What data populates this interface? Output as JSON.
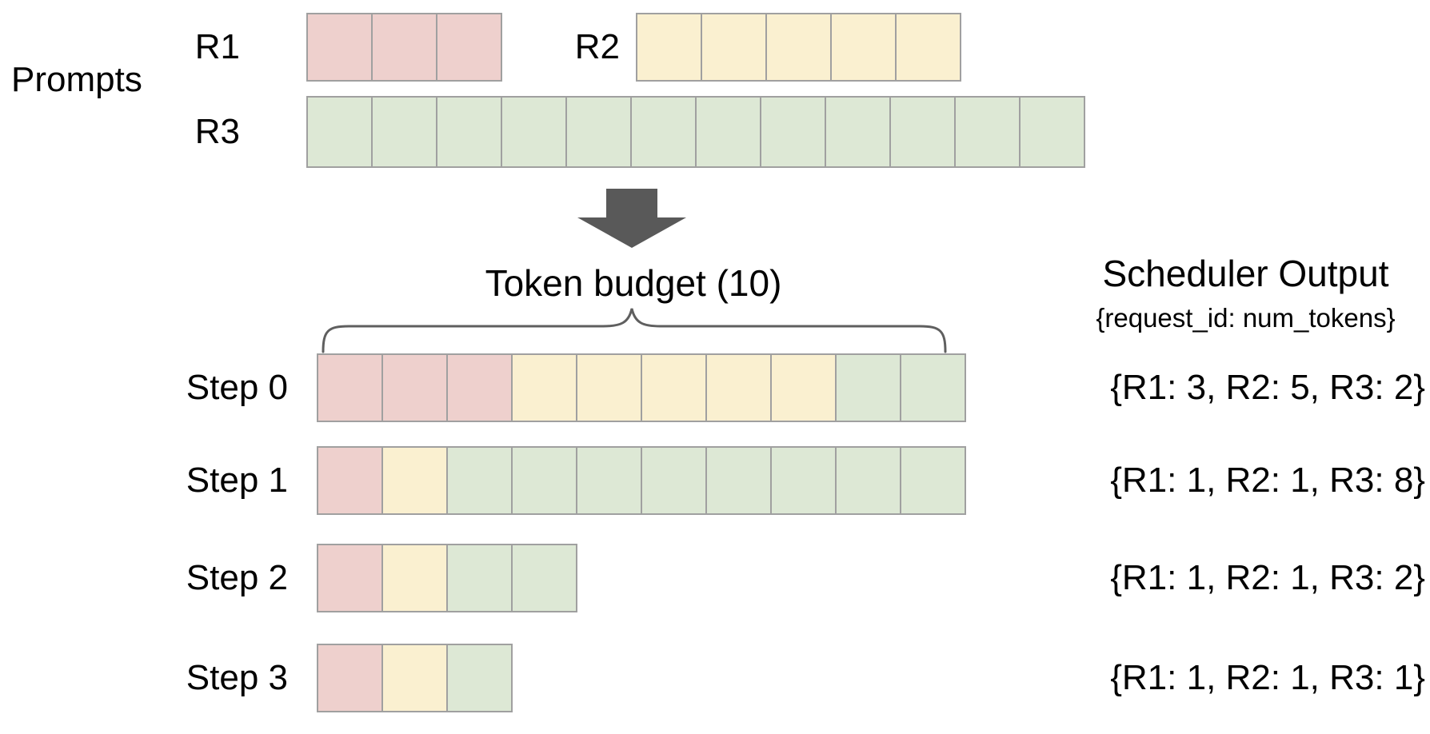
{
  "colors": {
    "r1": "#eed0cd",
    "r2": "#faf0d0",
    "r3": "#dde8d5",
    "cell_border": "#a0a0a0",
    "arrow": "#595959",
    "brace": "#5f5f5f",
    "text": "#000000"
  },
  "prompts_section": {
    "label": "Prompts",
    "rows": [
      {
        "label": "R1",
        "num_tokens": 3,
        "segments": [
          {
            "color_key": "r1",
            "count": 3
          }
        ]
      },
      {
        "label": "R2",
        "num_tokens": 5,
        "segments": [
          {
            "color_key": "r2",
            "count": 5
          }
        ]
      },
      {
        "label": "R3",
        "num_tokens": 12,
        "segments": [
          {
            "color_key": "r3",
            "count": 12
          }
        ]
      }
    ]
  },
  "token_budget": {
    "label": "Token budget (10)",
    "value": 10
  },
  "scheduler_output": {
    "title": "Scheduler Output",
    "subtitle": "{request_id: num_tokens}"
  },
  "steps": [
    {
      "label": "Step 0",
      "output": "{R1: 3, R2: 5, R3: 2}",
      "allocation": {
        "R1": 3,
        "R2": 5,
        "R3": 2
      },
      "segments": [
        {
          "color_key": "r1",
          "count": 3
        },
        {
          "color_key": "r2",
          "count": 5
        },
        {
          "color_key": "r3",
          "count": 2
        }
      ]
    },
    {
      "label": "Step 1",
      "output": "{R1: 1, R2: 1, R3: 8}",
      "allocation": {
        "R1": 1,
        "R2": 1,
        "R3": 8
      },
      "segments": [
        {
          "color_key": "r1",
          "count": 1
        },
        {
          "color_key": "r2",
          "count": 1
        },
        {
          "color_key": "r3",
          "count": 8
        }
      ]
    },
    {
      "label": "Step 2",
      "output": "{R1: 1, R2: 1, R3: 2}",
      "allocation": {
        "R1": 1,
        "R2": 1,
        "R3": 2
      },
      "segments": [
        {
          "color_key": "r1",
          "count": 1
        },
        {
          "color_key": "r2",
          "count": 1
        },
        {
          "color_key": "r3",
          "count": 2
        }
      ]
    },
    {
      "label": "Step 3",
      "output": "{R1: 1, R2: 1, R3: 1}",
      "allocation": {
        "R1": 1,
        "R2": 1,
        "R3": 1
      },
      "segments": [
        {
          "color_key": "r1",
          "count": 1
        },
        {
          "color_key": "r2",
          "count": 1
        },
        {
          "color_key": "r3",
          "count": 1
        }
      ]
    }
  ]
}
